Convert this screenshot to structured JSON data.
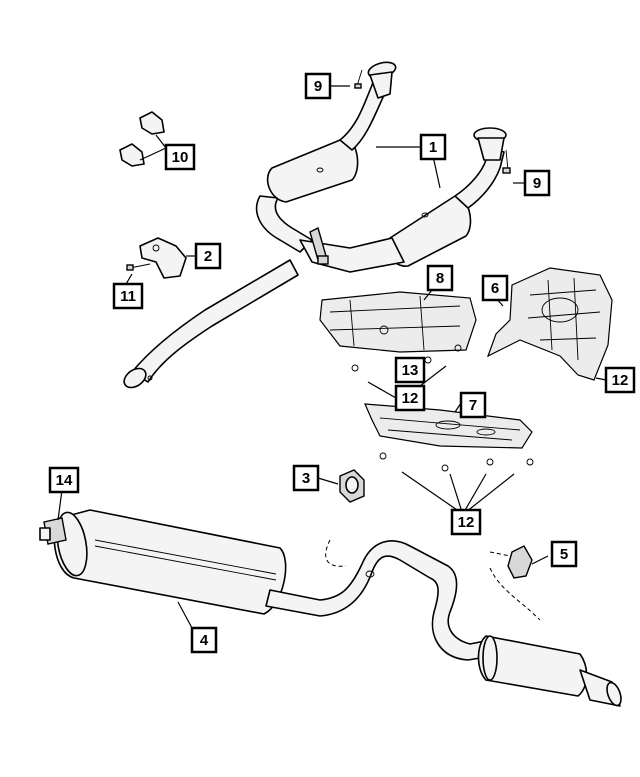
{
  "callouts": [
    {
      "id": "c1",
      "label": "1"
    },
    {
      "id": "c2",
      "label": "2"
    },
    {
      "id": "c3",
      "label": "3"
    },
    {
      "id": "c4",
      "label": "4"
    },
    {
      "id": "c5",
      "label": "5"
    },
    {
      "id": "c6",
      "label": "6"
    },
    {
      "id": "c7",
      "label": "7"
    },
    {
      "id": "c8",
      "label": "8"
    },
    {
      "id": "c9a",
      "label": "9"
    },
    {
      "id": "c9b",
      "label": "9"
    },
    {
      "id": "c10",
      "label": "10"
    },
    {
      "id": "c11",
      "label": "11"
    },
    {
      "id": "c12a",
      "label": "12"
    },
    {
      "id": "c12b",
      "label": "12"
    },
    {
      "id": "c12c",
      "label": "12"
    },
    {
      "id": "c13",
      "label": "13"
    },
    {
      "id": "c14",
      "label": "14"
    }
  ]
}
